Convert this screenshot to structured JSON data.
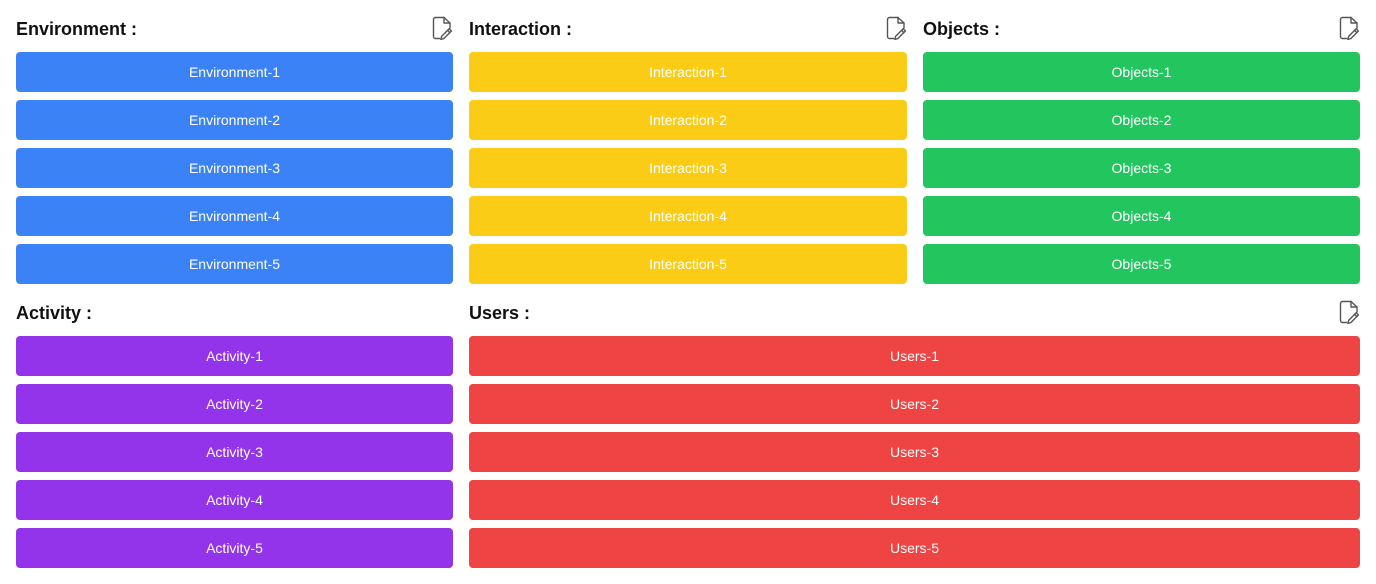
{
  "sections": {
    "environment": {
      "title": "Environment :",
      "has_edit": true,
      "color": "#3b82f6",
      "items": [
        "Environment-1",
        "Environment-2",
        "Environment-3",
        "Environment-4",
        "Environment-5"
      ]
    },
    "interaction": {
      "title": "Interaction :",
      "has_edit": true,
      "color": "#facc15",
      "items": [
        "Interaction-1",
        "Interaction-2",
        "Interaction-3",
        "Interaction-4",
        "Interaction-5"
      ]
    },
    "objects": {
      "title": "Objects :",
      "has_edit": true,
      "color": "#22c55e",
      "items": [
        "Objects-1",
        "Objects-2",
        "Objects-3",
        "Objects-4",
        "Objects-5"
      ]
    },
    "activity": {
      "title": "Activity :",
      "has_edit": false,
      "color": "#9333ea",
      "items": [
        "Activity-1",
        "Activity-2",
        "Activity-3",
        "Activity-4",
        "Activity-5"
      ]
    },
    "users": {
      "title": "Users :",
      "has_edit": true,
      "color": "#ef4444",
      "items": [
        "Users-1",
        "Users-2",
        "Users-3",
        "Users-4",
        "Users-5"
      ]
    }
  },
  "icons": {
    "edit": "file-edit-icon"
  }
}
